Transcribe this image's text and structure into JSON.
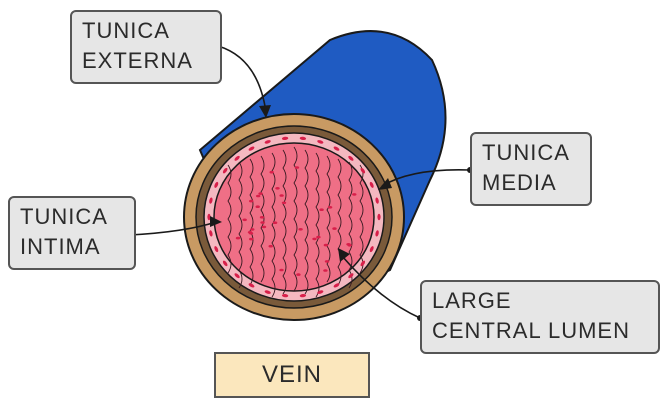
{
  "colors": {
    "vessel_outer": "#1f5bc2",
    "tunica_externa": "#c89a63",
    "tunica_media": "#7a5a3a",
    "intima_ring": "#f4b8c0",
    "lumen": "#ef6f86",
    "cells": "#d81f4a",
    "label_fill": "#e6e6e6",
    "title_fill": "#fbe7bd"
  },
  "labels": {
    "tunica_externa": [
      "TUNICA",
      "EXTERNA"
    ],
    "tunica_media": [
      "TUNICA",
      "MEDIA"
    ],
    "tunica_intima": [
      "TUNICA",
      "INTIMA"
    ],
    "lumen": [
      "LARGE",
      "CENTRAL LUMEN"
    ]
  },
  "title": "VEIN"
}
